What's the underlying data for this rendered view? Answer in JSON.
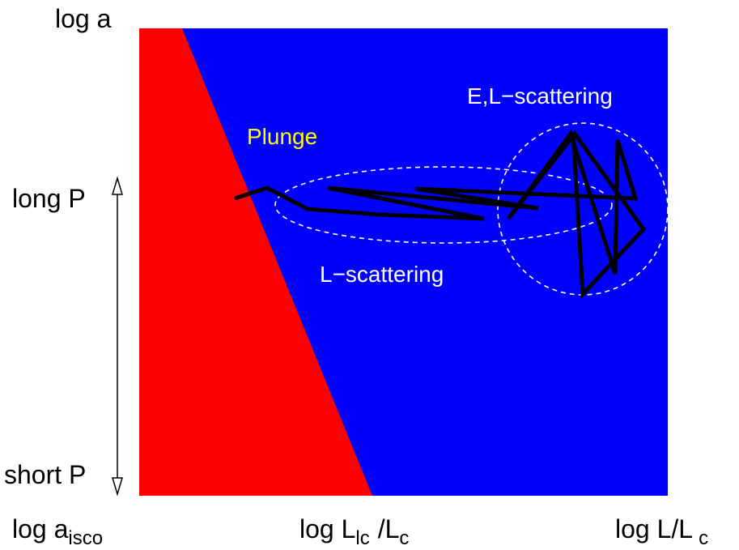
{
  "colors": {
    "plunge_region": "#ff0000",
    "allowed_region": "#0000ff",
    "plunge_label": "#ffff00",
    "scatter_label": "#ffffff",
    "trajectory": "#000000",
    "boundary_dashed": "#ffffff"
  },
  "y_axis": {
    "top_label": "log a",
    "long_p_label": "long P",
    "short_p_label": "short P"
  },
  "x_axis": {
    "left_label_main": "log a",
    "left_label_sub": "isco",
    "middle_label_part1": "log L",
    "middle_label_sub1": "lc",
    "middle_label_part2": "/L",
    "middle_label_sub2": "c",
    "right_label_main": "log L/L",
    "right_label_sub": "c"
  },
  "regions": {
    "plunge_label": "Plunge",
    "el_scattering_label": "E,L−scattering",
    "l_scattering_label": "L−scattering"
  },
  "icons": {
    "period_arrow": "double-headed-arrow-icon"
  }
}
